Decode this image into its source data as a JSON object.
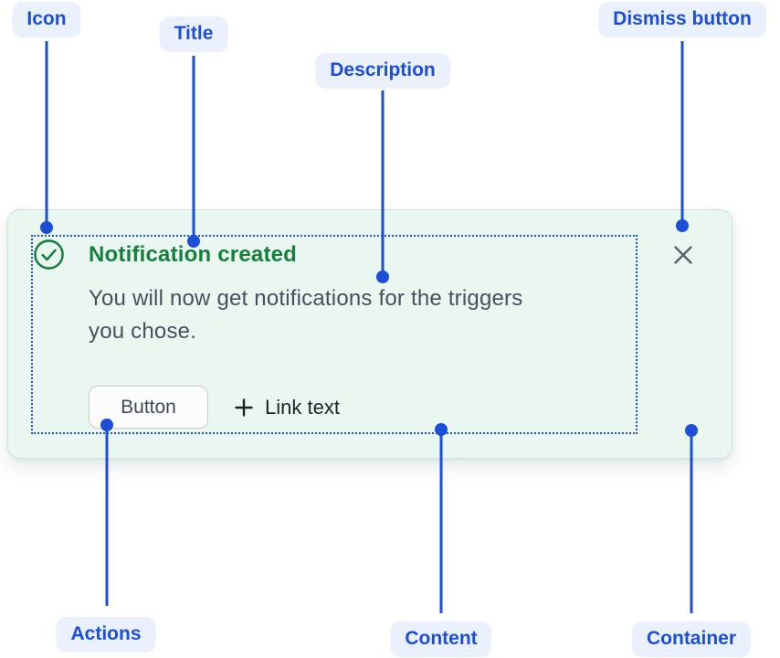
{
  "annotations": {
    "icon": {
      "label": "Icon"
    },
    "title": {
      "label": "Title"
    },
    "description": {
      "label": "Description"
    },
    "dismiss_button": {
      "label": "Dismiss button"
    },
    "actions": {
      "label": "Actions"
    },
    "content": {
      "label": "Content"
    },
    "container": {
      "label": "Container"
    }
  },
  "flag": {
    "title": "Notification created",
    "description": "You will now get notifications for the triggers\nyou chose.",
    "actions": {
      "button_label": "Button",
      "link_label": "Link text"
    },
    "icons": {
      "status": "check-circle-icon",
      "link_prefix": "plus-icon",
      "dismiss": "close-icon"
    }
  },
  "colors": {
    "annotation_text": "#1D4ED8",
    "annotation_bg": "#EAF1FD",
    "connector_blue": "#1D4ED8",
    "card_bg": "#EAF7F0",
    "card_border": "#C5E8D3",
    "success_green": "#15803D",
    "description_text": "#45505F",
    "dismiss_gray": "#57606C"
  }
}
